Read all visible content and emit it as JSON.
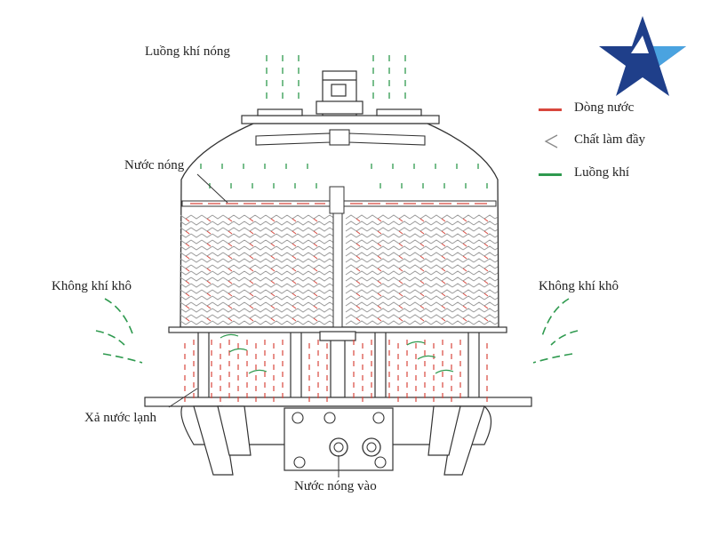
{
  "labels": {
    "hot_air_out": "Luồng khí nóng",
    "hot_water": "Nước nóng",
    "dry_air_left": "Không khí khô",
    "dry_air_right": "Không khí khô",
    "cold_water_drain": "Xả nước lạnh",
    "hot_water_in": "Nước nóng vào"
  },
  "legend": [
    {
      "label": "Dòng nước",
      "symbol": "line",
      "color": "#d8473d"
    },
    {
      "label": "Chất làm đầy",
      "symbol": "chevron",
      "color": "#888888"
    },
    {
      "label": "Luồng khí",
      "symbol": "line",
      "color": "#2f9a4f"
    }
  ],
  "colors": {
    "water": "#d8473d",
    "air": "#2f9a4f",
    "fill": "#9a9a9a",
    "outline": "#333333",
    "logo_dark": "#1f3f8a",
    "logo_light": "#4aa3e0"
  },
  "logo": {
    "icon": "star-logo-icon"
  }
}
